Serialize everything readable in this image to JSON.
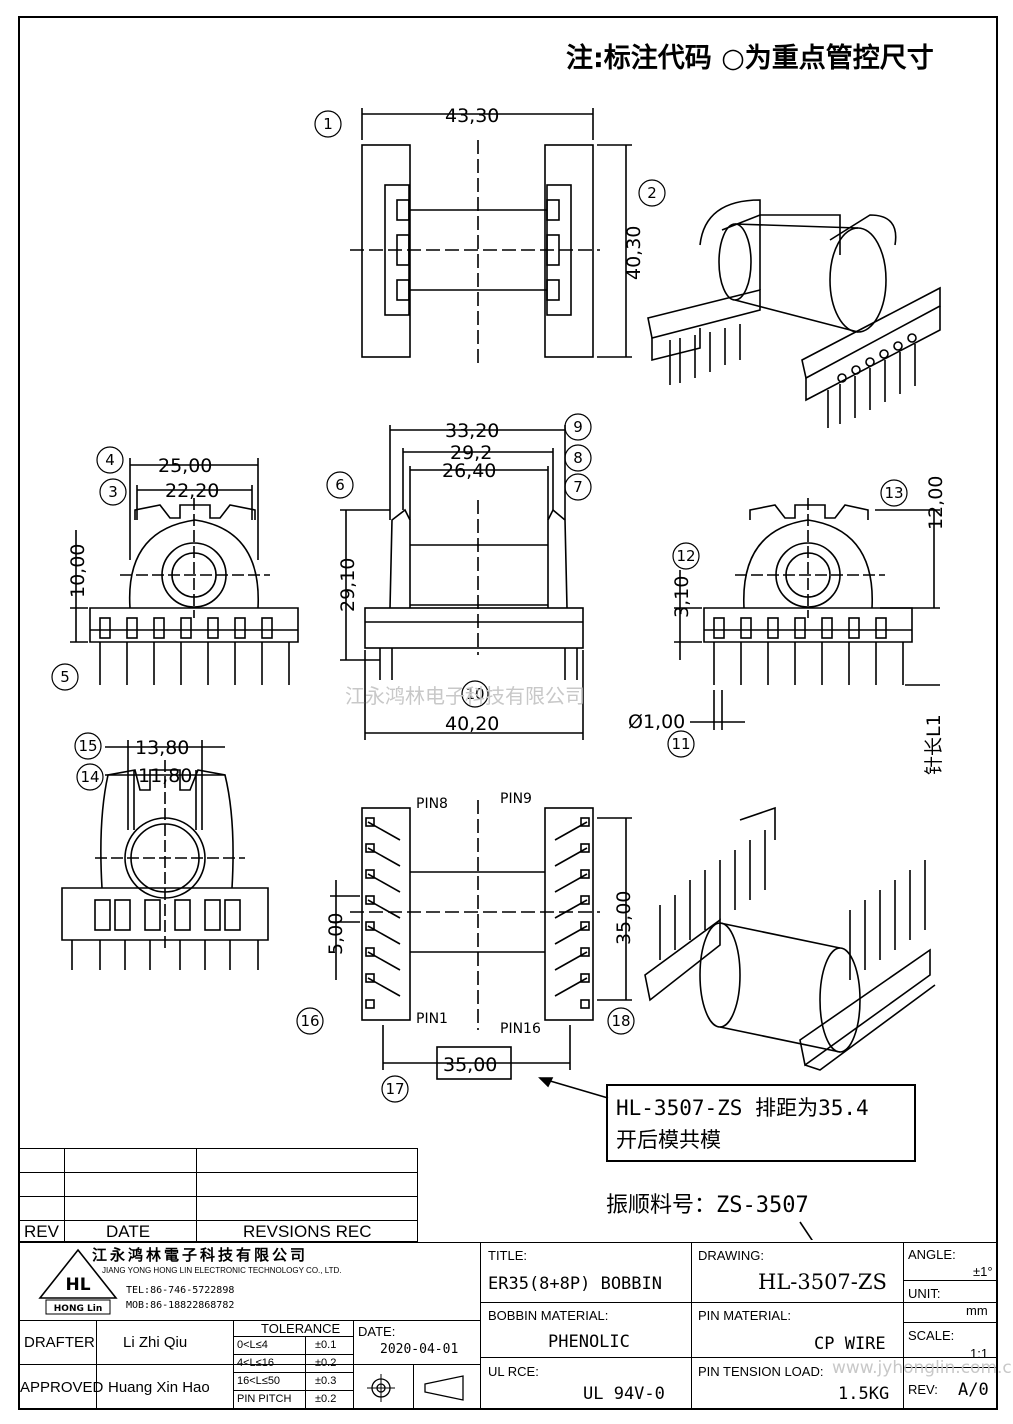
{
  "note_title": "注:标注代码 ○为重点管控尺寸",
  "dimensions": {
    "d1": "43,30",
    "d2": "40,30",
    "d4": "25,00",
    "d3": "22,20",
    "d10h": "10,00",
    "d9": "33,20",
    "d8": "29,2",
    "d7": "26,40",
    "d29": "29,10",
    "d40": "40,20",
    "d12": "12,00",
    "d310": "3,10",
    "dpin": "Ø1,00",
    "pinlen": "针长L1",
    "d15": "13,80",
    "d14": "11,80",
    "d5": "5,00",
    "d35v": "35,00",
    "d35h": "35,00"
  },
  "markers": [
    "1",
    "2",
    "3",
    "4",
    "5",
    "6",
    "7",
    "8",
    "9",
    "10",
    "11",
    "12",
    "13",
    "14",
    "15",
    "16",
    "17",
    "18"
  ],
  "pin_labels": {
    "pin8": "PIN8",
    "pin9": "PIN9",
    "pin1": "PIN1",
    "pin16": "PIN16"
  },
  "watermark": "江永鸿林电子科技有限公司",
  "watermark_url": "www.jyhonglin.com.cn",
  "callout": {
    "line1": "HL-3507-ZS 排距为35.4",
    "line2": "开后模共模"
  },
  "material_no": "振顺料号：ZS-3507",
  "revision_table": {
    "rev": "REV",
    "date": "DATE",
    "rec": "REVSIONS REC"
  },
  "company": {
    "name_cn": "江永鸿林電子科技有限公司",
    "name_en": "JIANG YONG HONG LIN ELECTRONIC TECHNOLOGY CO., LTD.",
    "logo_text": "HL",
    "logo_sub": "HONG Lin",
    "tel": "TEL:86-746-5722898",
    "mob": "MOB:86-18822868782"
  },
  "title_block": {
    "title_label": "TITLE:",
    "title": "ER35(8+8P) BOBBIN",
    "drawing_label": "DRAWING:",
    "drawing": "HL-3507-ZS",
    "angle_label": "ANGLE:",
    "angle": "±1°",
    "unit_label": "UNIT:",
    "unit": "mm",
    "scale_label": "SCALE:",
    "scale": "1:1",
    "rev_label": "REV:",
    "rev": "A/0",
    "bobbin_material_label": "BOBBIN MATERIAL:",
    "bobbin_material": "PHENOLIC",
    "pin_material_label": "PIN MATERIAL:",
    "pin_material": "CP WIRE",
    "ul_label": "UL RCE:",
    "ul": "UL 94V-0",
    "pin_tension_label": "PIN TENSION LOAD:",
    "pin_tension": "1.5KG",
    "drafter_label": "DRAFTER",
    "drafter": "Li Zhi Qiu",
    "approved_label": "APPROVED",
    "approved": "Huang Xin Hao",
    "date_label": "DATE:",
    "date": "2020-04-01",
    "tolerance_label": "TOLERANCE",
    "tolerances": [
      {
        "range": "0<L≤4",
        "tol": "±0.1"
      },
      {
        "range": "4<L≤16",
        "tol": "±0.2"
      },
      {
        "range": "16<L≤50",
        "tol": "±0.3"
      },
      {
        "range": "PIN PITCH",
        "tol": "±0.2"
      }
    ]
  }
}
